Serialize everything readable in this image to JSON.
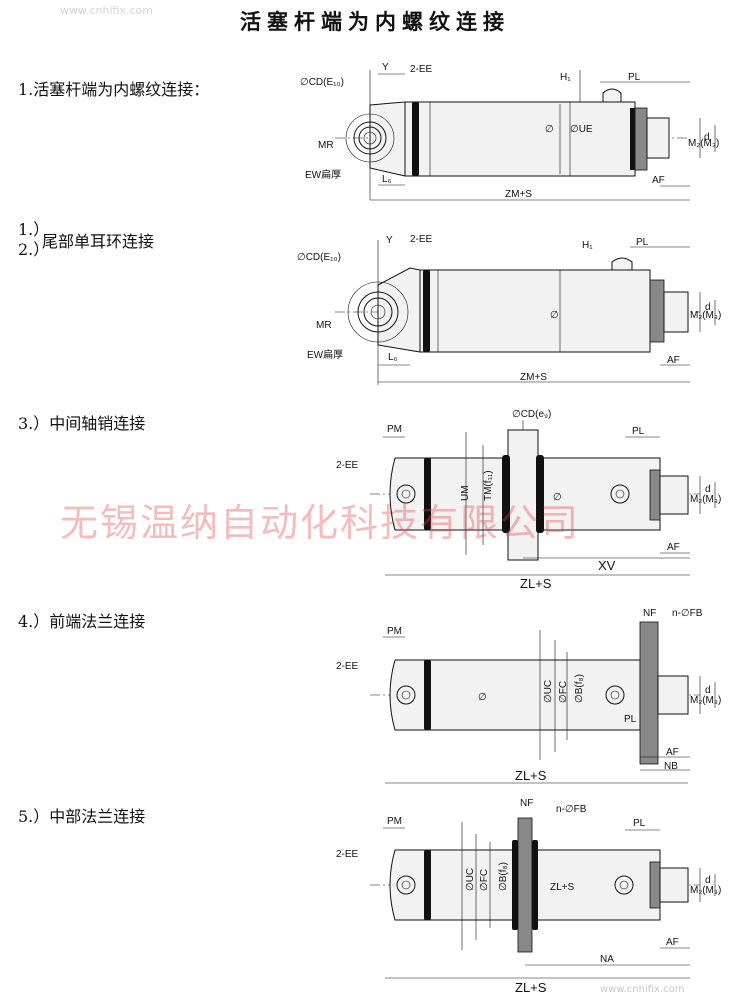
{
  "title": "活塞杆端为内螺纹连接",
  "watermark_top": "www.cnhifix.com",
  "watermark_main": "无锡温纳自动化科技有限公司",
  "sections": [
    {
      "label": "1.活塞杆端为内螺纹连接："
    },
    {
      "label_num": "1.）",
      "label_num2": "2.）",
      "label": "尾部单耳环连接"
    },
    {
      "label": "3.）中间轴销连接"
    },
    {
      "label": "4.）前端法兰连接"
    },
    {
      "label": "5.）中部法兰连接"
    }
  ],
  "d1": {
    "cd": "∅CD(E₁₀)",
    "y": "Y",
    "ee": "2-EE",
    "h1": "H₁",
    "pl": "PL",
    "mr": "MR",
    "ew": "EW扁厚",
    "l6": "L₆",
    "ue": "∅UE",
    "phi": "∅",
    "af": "AF",
    "m2": "M₂(M₃)",
    "d": "d",
    "zm": "ZM+S"
  },
  "d2": {
    "cd": "∅CD(E₁₀)",
    "y": "Y",
    "ee": "2-EE",
    "h1": "H₁",
    "pl": "PL",
    "mr": "MR",
    "ew": "EW扁厚",
    "l6": "L₆",
    "phi": "∅",
    "af": "AF",
    "m2": "M₂(M₃)",
    "d": "d",
    "zm": "ZM+S"
  },
  "d3": {
    "cd": "∅CD(e₉)",
    "pm": "PM",
    "ee": "2-EE",
    "um": "UM",
    "tm": "TM(f₁₁)",
    "phi": "∅",
    "pl": "PL",
    "af": "AF",
    "m2": "M₂(M₃)",
    "d": "d",
    "xv": "XV",
    "zl": "ZL+S"
  },
  "d4": {
    "nf": "NF",
    "fb": "n-∅FB",
    "pm": "PM",
    "ee": "2-EE",
    "phi": "∅",
    "uc": "∅UC",
    "fc": "∅FC",
    "b": "∅B(f₈)",
    "pl": "PL",
    "af": "AF",
    "nb": "NB",
    "m2": "M₂(M₃)",
    "d": "d",
    "zl": "ZL+S"
  },
  "d5": {
    "nf": "NF",
    "fb": "n-∅FB",
    "pm": "PM",
    "pl": "PL",
    "ee": "2-EE",
    "uc": "∅UC",
    "fc": "∅FC",
    "b": "∅B(f₈)",
    "zl": "ZL+S",
    "m2": "M₂(M₃)",
    "d": "d",
    "af": "AF",
    "na": "NA"
  }
}
